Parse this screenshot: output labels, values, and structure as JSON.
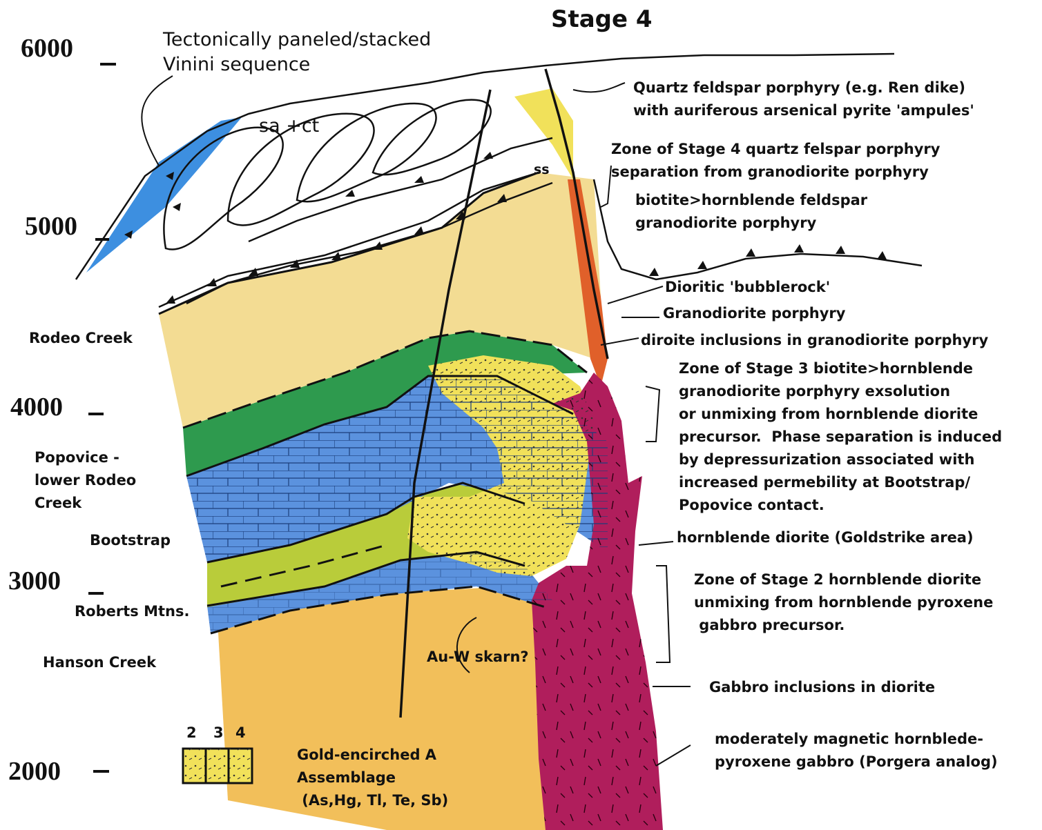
{
  "title": "Stage 4",
  "elevations": [
    "6000",
    "5000",
    "4000",
    "3000",
    "2000"
  ],
  "top_label": "Tectonically paneled/stacked\nVinini sequence",
  "sa_ct": "sa +ct",
  "ss": "ss",
  "left_units": {
    "rodeo_creek": "Rodeo Creek",
    "popovice": "Popovice -\nlower Rodeo\nCreek",
    "bootstrap": "Bootstrap",
    "roberts_mtns": "Roberts Mtns.",
    "hanson_creek": "Hanson Creek"
  },
  "au_w_skarn": "Au-W skarn?",
  "legend_box": {
    "labels": [
      "2",
      "3",
      "4"
    ]
  },
  "gold_assemblage": "Gold-encirched A\nAssemblage\n (As,Hg, Tl, Te, Sb)",
  "right_labels": {
    "qfp": "Quartz feldspar porphyry (e.g. Ren dike)\nwith auriferous arsenical pyrite 'ampules'",
    "stage4_zone": "Zone of Stage 4 quartz felspar porphyry\nseparation from granodiorite porphyry",
    "biotite": "biotite>hornblende feldspar\ngranodiorite porphyry",
    "bubblerock": "Dioritic 'bubblerock'",
    "granodiorite": "Granodiorite porphyry",
    "diroite": "diroite inclusions in granodiorite porphyry",
    "stage3_zone": "Zone of Stage 3 biotite>hornblende\ngranodiorite porphyry exsolution\nor unmixing from hornblende diorite\nprecursor.  Phase separation is induced\nby depressurization associated with\nincreased permebility at Bootstrap/\nPopovice contact.",
    "hornblende_diorite": "hornblende diorite (Goldstrike area)",
    "stage2_zone": "Zone of Stage 2 hornblende diorite\nunmixing from hornblende pyroxene\n gabbro precursor.",
    "gabbro_inclusions": "Gabbro inclusions in diorite",
    "gabbro": "moderately magnetic hornblede-\npyroxene gabbro (Porgera analog)"
  },
  "colors": {
    "cream": "#f3dc93",
    "green": "#2e9a4e",
    "blue": "#5b92de",
    "yellow_green": "#b9cc3a",
    "yellow": "#f1e15a",
    "orange": "#f2bf5a",
    "magenta": "#b01e5c",
    "sky_blue": "#3d8fe0",
    "red_orange": "#e0602a"
  }
}
